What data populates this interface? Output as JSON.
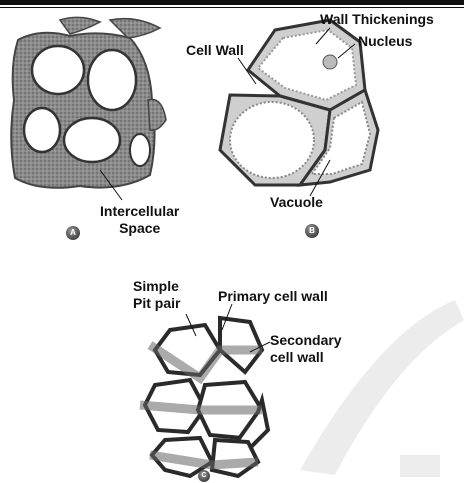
{
  "figures": {
    "a": {
      "badge": "A",
      "labels": {
        "intercellular_space": "Intercellular\nSpace"
      }
    },
    "b": {
      "badge": "B",
      "labels": {
        "wall_thickenings": "Wall Thickenings",
        "nucleus": "Nucleus",
        "cell_wall": "Cell Wall",
        "vacuole": "Vacuole"
      }
    },
    "c": {
      "badge": "C",
      "labels": {
        "simple_pit_pair": "Simple\nPit pair",
        "primary_cell_wall": "Primary cell wall",
        "secondary_cell_wall": "Secondary\ncell wall"
      }
    }
  },
  "colors": {
    "wall": "#6a6a6a",
    "wall_light": "#b8b8b8",
    "lumen": "#ffffff",
    "watermark": "#ececec"
  }
}
